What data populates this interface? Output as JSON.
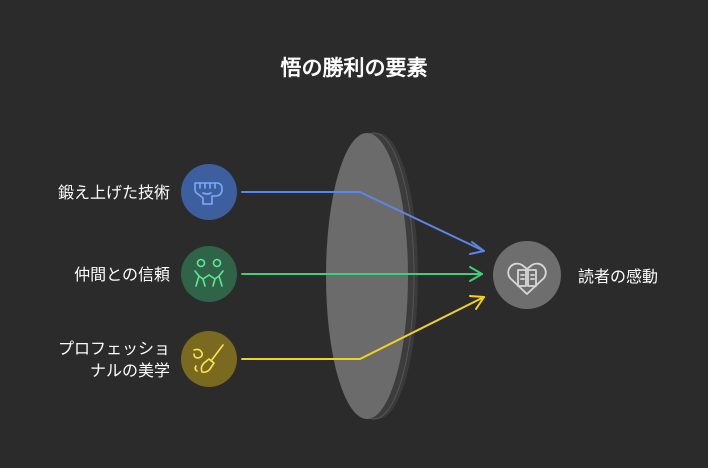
{
  "title": "悟の勝利の要素",
  "inputs": [
    {
      "label": "鍛え上げた技術",
      "icon": "fist-icon",
      "color": "#5b86e5",
      "circle": "#3d5f9e"
    },
    {
      "label": "仲間との信頼",
      "icon": "friends-icon",
      "color": "#3ecf7a",
      "circle": "#2f6448"
    },
    {
      "label_line1": "プロフェッショ",
      "label_line2": "ナルの美学",
      "icon": "brush-icon",
      "color": "#f2d21b",
      "circle": "#7a6a1f"
    }
  ],
  "output": {
    "label": "読者の感動",
    "icon": "heart-book-icon",
    "circle": "#6e6e6e"
  }
}
